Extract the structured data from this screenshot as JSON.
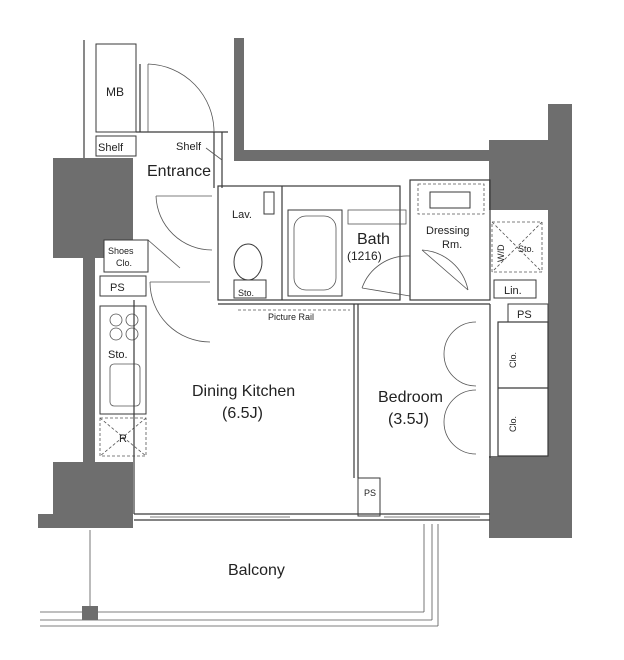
{
  "labels": {
    "mb": "MB",
    "shelf_left": "Shelf",
    "shelf_right": "Shelf",
    "entrance": "Entrance",
    "lav": "Lav.",
    "bath": "Bath",
    "bath_size": "(1216)",
    "dressing": "Dressing",
    "dressing_rm": "Rm.",
    "wd": "W/D",
    "sto_dressing": "Sto.",
    "shoes": "Shoes",
    "shoes_clo": "Clo.",
    "ps_left": "PS",
    "sto_toilet": "Sto.",
    "lin": "Lin.",
    "ps_right": "PS",
    "picture_rail": "Picture Rail",
    "sto_kitchen": "Sto.",
    "clo_top": "Clo.",
    "clo_bottom": "Clo.",
    "dining_kitchen": "Dining Kitchen",
    "dining_size": "(6.5J)",
    "bedroom": "Bedroom",
    "bedroom_size": "(3.5J)",
    "refrigerator": "R",
    "ps_center": "PS",
    "balcony": "Balcony"
  },
  "colors": {
    "wall": "#6e6e6e",
    "line": "#3a3a3a"
  }
}
